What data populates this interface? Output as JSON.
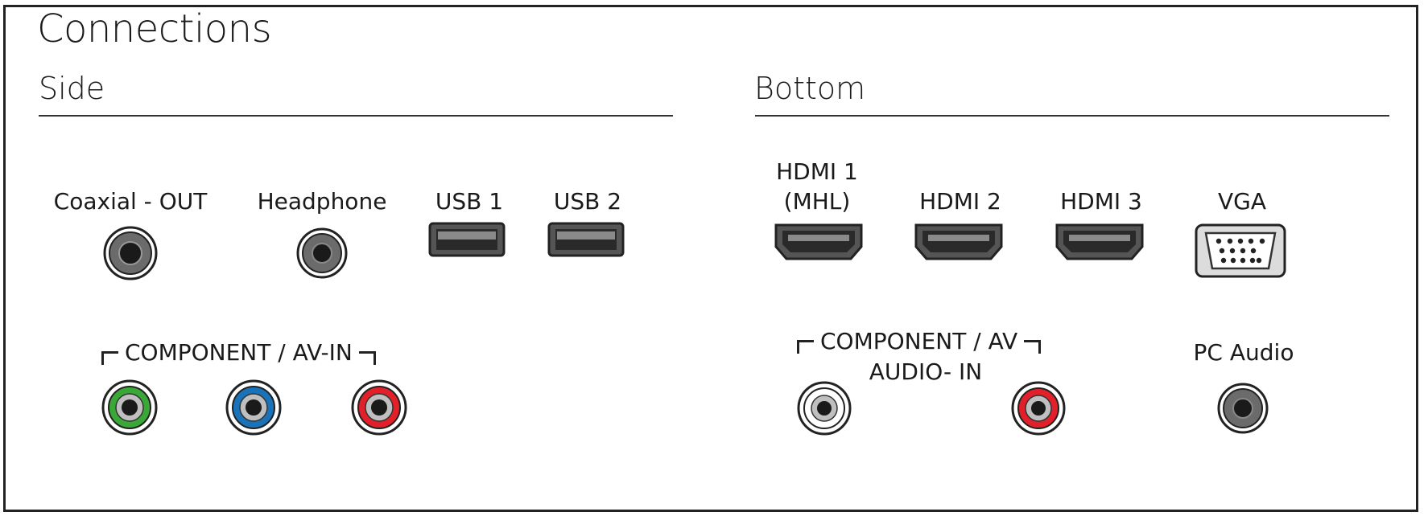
{
  "title": "Connections",
  "sections": {
    "side": "Side",
    "bottom": "Bottom"
  },
  "side": {
    "coaxial": "Coaxial - OUT",
    "headphone": "Headphone",
    "usb1": "USB 1",
    "usb2": "USB 2",
    "component_av_in": "COMPONENT / AV-IN"
  },
  "bottom": {
    "hdmi1_line1": "HDMI 1",
    "hdmi1_line2": "(MHL)",
    "hdmi2": "HDMI 2",
    "hdmi3": "HDMI 3",
    "vga": "VGA",
    "component_audio_line1": "COMPONENT / AV",
    "component_audio_line2": "AUDIO- IN",
    "pc_audio": "PC Audio"
  },
  "colors": {
    "green": "#3aa836",
    "blue": "#1a72b8",
    "red": "#e2202a",
    "white": "#ffffff"
  }
}
